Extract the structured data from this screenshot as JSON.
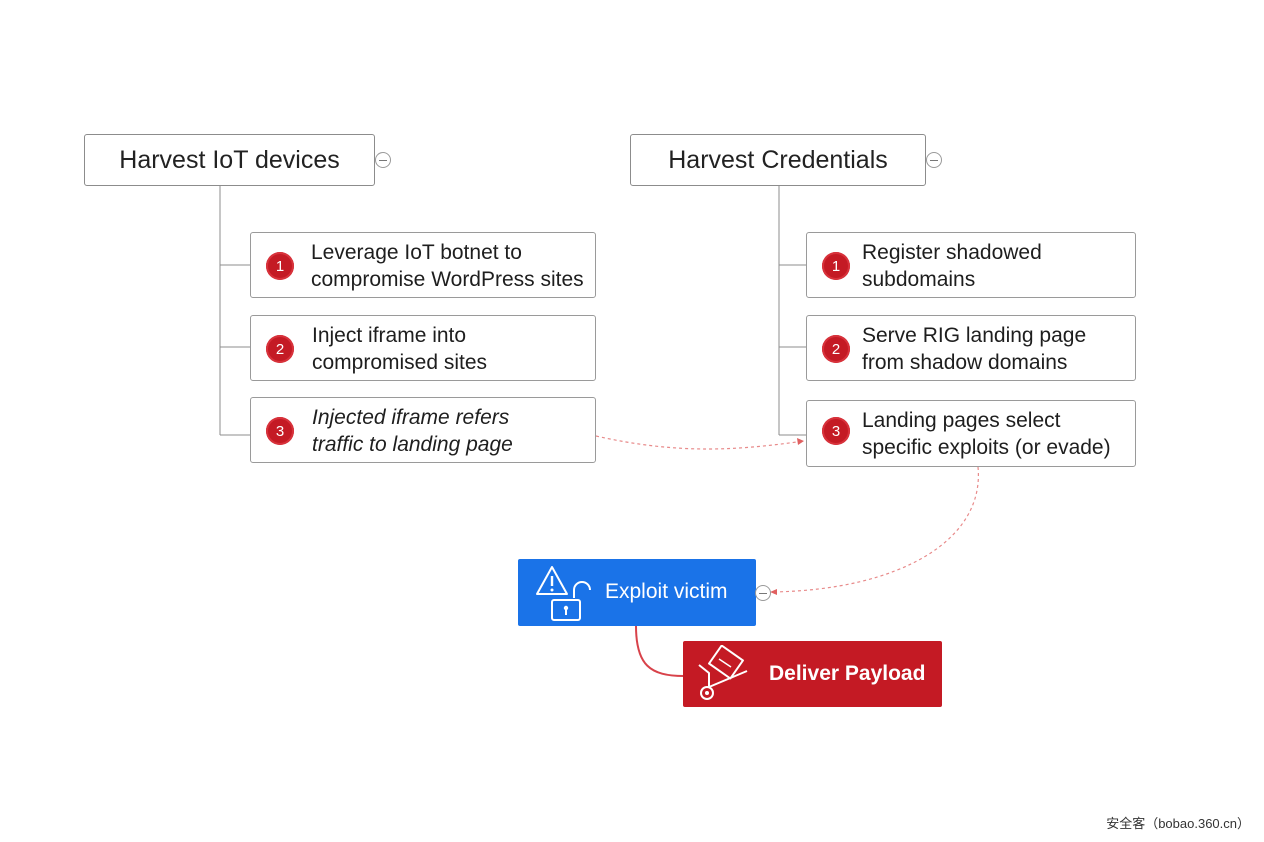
{
  "columns": [
    {
      "title": "Harvest IoT devices",
      "steps": [
        {
          "number": "1",
          "line1": "Leverage IoT botnet to",
          "line2": "compromise WordPress sites"
        },
        {
          "number": "2",
          "line1": "Inject iframe into",
          "line2": "compromised sites"
        },
        {
          "number": "3",
          "line1": "Injected iframe refers",
          "line2": "traffic to landing page"
        }
      ]
    },
    {
      "title": "Harvest Credentials",
      "steps": [
        {
          "number": "1",
          "line1": "Register shadowed",
          "line2": "subdomains"
        },
        {
          "number": "2",
          "line1": "Serve RIG landing page",
          "line2": "from shadow domains"
        },
        {
          "number": "3",
          "line1": "Landing pages select",
          "line2": "specific exploits (or evade)"
        }
      ]
    }
  ],
  "exploit": {
    "label": "Exploit victim",
    "icon": "warning-unlock-icon"
  },
  "payload": {
    "label": "Deliver Payload",
    "icon": "hand-truck-icon"
  },
  "footer": "安全客（bobao.360.cn）",
  "colors": {
    "badge": "#c41a24",
    "exploit": "#1a73e8",
    "payload": "#c41a24",
    "connector": "#e88a8a",
    "tree_line": "#8c8c8c"
  }
}
